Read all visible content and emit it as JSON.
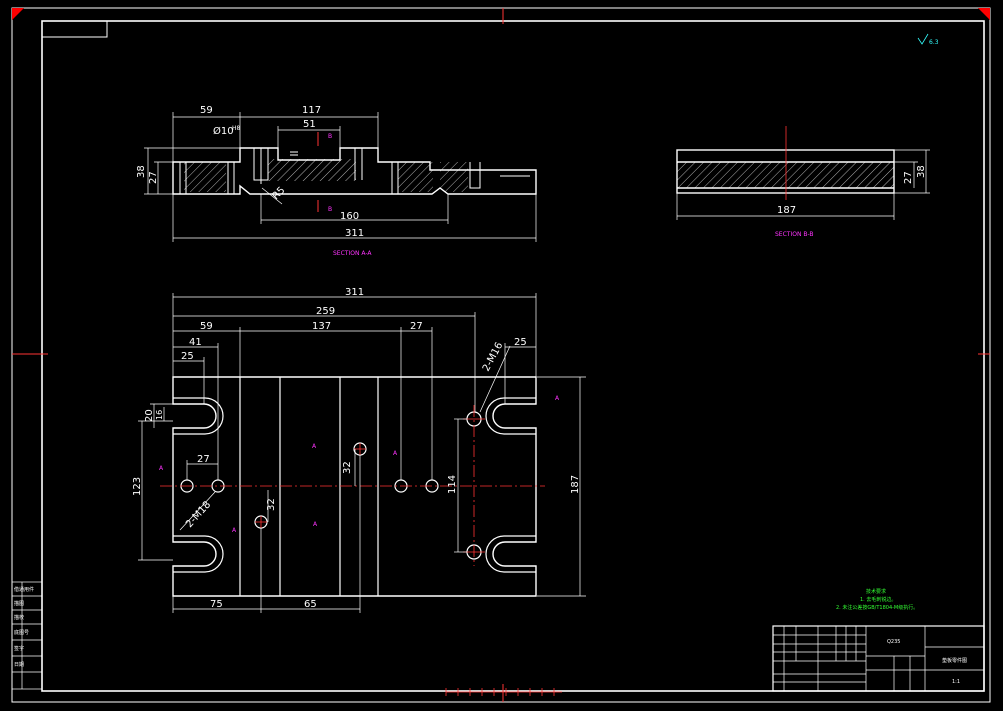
{
  "section_aa": {
    "label": "SECTION A-A",
    "dims": {
      "d59": "59",
      "d117": "117",
      "d51": "51",
      "dia": "Ø10",
      "fit": "H8",
      "d38": "38",
      "d27": "27",
      "r": "R5",
      "d160": "160",
      "d311": "311",
      "b": "B"
    }
  },
  "section_bb": {
    "label": "SECTION B-B",
    "dims": {
      "d187": "187",
      "d27": "27",
      "d38": "38"
    }
  },
  "plan": {
    "dims": {
      "d311": "311",
      "d259": "259",
      "d59": "59",
      "d137": "137",
      "d27top": "27",
      "d41": "41",
      "d25l": "25",
      "d25r": "25",
      "thread_r": "2-M16",
      "d20": "20",
      "d16": "16",
      "d123": "123",
      "d27mid": "27",
      "thread_l": "2-M18",
      "d32a": "32",
      "d32b": "32",
      "d114": "114",
      "d187": "187",
      "d75": "75",
      "d65": "65",
      "a": "A"
    }
  },
  "roughness": {
    "value": "6.3"
  },
  "notes": {
    "title": "技术要求",
    "line1": "1. 去毛刺锐边。",
    "line2": "2. 未注公差按GB/T1804-M级执行。"
  },
  "title_block": {
    "material": "Q235",
    "name": "垫板零件图",
    "scale": "1:1"
  },
  "left_strip": [
    "借通用件",
    "描图",
    "描校",
    "底图号",
    "签字",
    "日期"
  ],
  "colors": {
    "line": "#ffffff",
    "dim": "#ffffff",
    "center": "#ff3333",
    "mark": "#ff33ff",
    "note": "#33ff33",
    "sym": "#33ffff",
    "corner": "#ff0000"
  }
}
